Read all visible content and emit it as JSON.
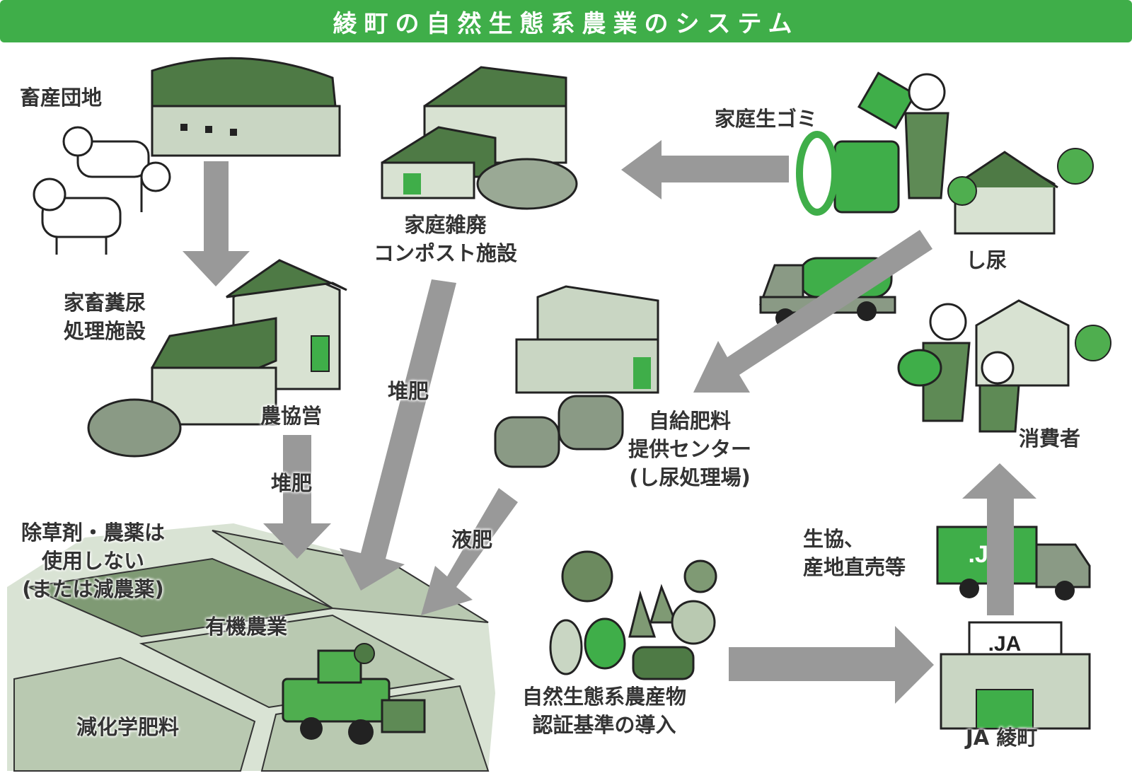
{
  "title": "綾町の自然生態系農業のシステム",
  "colors": {
    "green": "#3fae49",
    "dark_green": "#4e7a45",
    "gray_green": "#c9d6c3",
    "arrow": "#999999"
  },
  "nodes": {
    "livestock_area": "畜産団地",
    "manure_facility": [
      "家畜糞尿",
      "処理施設"
    ],
    "coop_operated": "農協営",
    "compost_facility": [
      "家庭雑廃",
      "コンポスト施設"
    ],
    "household_garbage": "家庭生ゴミ",
    "night_soil": "し尿",
    "fertilizer_center": [
      "自給肥料",
      "提供センター",
      "(し尿処理場)"
    ],
    "consumers": "消費者",
    "distribution": [
      "生協、",
      "産地直売等"
    ],
    "no_herbicide": [
      "除草剤・農薬は",
      "使用しない",
      "(または減農薬)"
    ],
    "organic_farming": "有機農業",
    "reduced_fertilizer": "減化学肥料",
    "certification": [
      "自然生態系農産物",
      "認証基準の導入"
    ],
    "ja": "JA 綾町"
  },
  "flows": {
    "compost_1": "堆肥",
    "compost_2": "堆肥",
    "liquid": "液肥"
  },
  "ja_logo": ".JA"
}
